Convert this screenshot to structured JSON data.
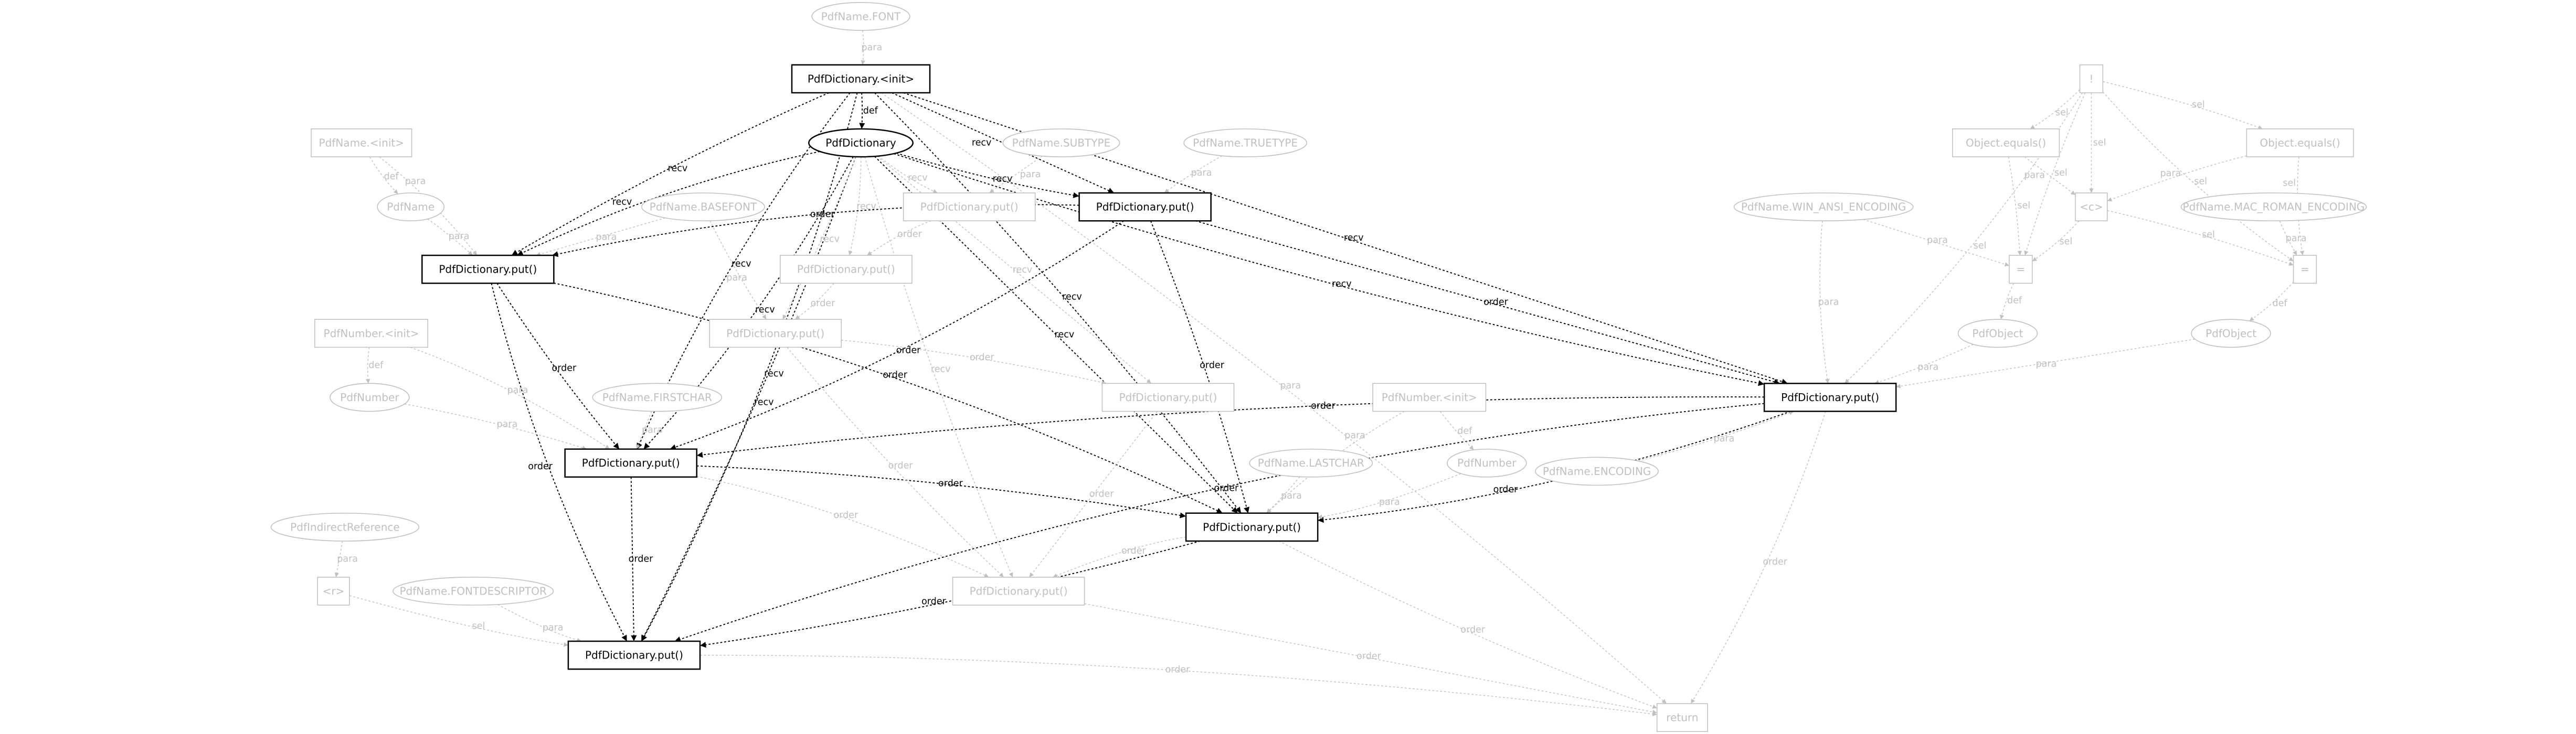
{
  "graph": {
    "colors": {
      "active": "#000000",
      "inactive": "#c0c0c0",
      "background": "#ffffff"
    },
    "nodes": [
      {
        "id": "font",
        "label": "PdfName.FONT",
        "shape": "ellipse",
        "active": false
      },
      {
        "id": "init",
        "label": "PdfDictionary.<init>",
        "shape": "box",
        "active": true
      },
      {
        "id": "dict",
        "label": "PdfDictionary",
        "shape": "ellipse",
        "active": true
      },
      {
        "id": "nameinit",
        "label": "PdfName.<init>",
        "shape": "box",
        "active": false
      },
      {
        "id": "subtype",
        "label": "PdfName.SUBTYPE",
        "shape": "ellipse",
        "active": false
      },
      {
        "id": "truetype",
        "label": "PdfName.TRUETYPE",
        "shape": "ellipse",
        "active": false
      },
      {
        "id": "pdfname",
        "label": "PdfName",
        "shape": "ellipse",
        "active": false
      },
      {
        "id": "basefont",
        "label": "PdfName.BASEFONT",
        "shape": "ellipse",
        "active": false
      },
      {
        "id": "put9",
        "label": "PdfDictionary.put()",
        "shape": "box",
        "active": false
      },
      {
        "id": "put10",
        "label": "PdfDictionary.put()",
        "shape": "box",
        "active": true
      },
      {
        "id": "put11",
        "label": "PdfDictionary.put()",
        "shape": "box",
        "active": true
      },
      {
        "id": "put12",
        "label": "PdfDictionary.put()",
        "shape": "box",
        "active": false
      },
      {
        "id": "put13",
        "label": "PdfDictionary.put()",
        "shape": "box",
        "active": false
      },
      {
        "id": "numinit1",
        "label": "PdfNumber.<init>",
        "shape": "box",
        "active": false
      },
      {
        "id": "num1",
        "label": "PdfNumber",
        "shape": "ellipse",
        "active": false
      },
      {
        "id": "firstchar",
        "label": "PdfName.FIRSTCHAR",
        "shape": "ellipse",
        "active": false
      },
      {
        "id": "put17",
        "label": "PdfDictionary.put()",
        "shape": "box",
        "active": false
      },
      {
        "id": "numinit2",
        "label": "PdfNumber.<init>",
        "shape": "box",
        "active": false
      },
      {
        "id": "lastchar",
        "label": "PdfName.LASTCHAR",
        "shape": "ellipse",
        "active": false
      },
      {
        "id": "num2",
        "label": "PdfNumber",
        "shape": "ellipse",
        "active": false
      },
      {
        "id": "put21",
        "label": "PdfDictionary.put()",
        "shape": "box",
        "active": true
      },
      {
        "id": "put22",
        "label": "PdfDictionary.put()",
        "shape": "box",
        "active": true
      },
      {
        "id": "indref",
        "label": "PdfIndirectReference",
        "shape": "ellipse",
        "active": false
      },
      {
        "id": "rcast",
        "label": "<r>",
        "shape": "box",
        "active": false
      },
      {
        "id": "fontdesc",
        "label": "PdfName.FONTDESCRIPTOR",
        "shape": "ellipse",
        "active": false
      },
      {
        "id": "put26",
        "label": "PdfDictionary.put()",
        "shape": "box",
        "active": false
      },
      {
        "id": "put27",
        "label": "PdfDictionary.put()",
        "shape": "box",
        "active": true
      },
      {
        "id": "ret",
        "label": "return",
        "shape": "box",
        "active": false
      },
      {
        "id": "put29",
        "label": "PdfDictionary.put()",
        "shape": "box",
        "active": true
      },
      {
        "id": "encoding",
        "label": "PdfName.ENCODING",
        "shape": "ellipse",
        "active": false
      },
      {
        "id": "winansi",
        "label": "PdfName.WIN_ANSI_ENCODING",
        "shape": "ellipse",
        "active": false
      },
      {
        "id": "macroman",
        "label": "PdfName.MAC_ROMAN_ENCODING",
        "shape": "ellipse",
        "active": false
      },
      {
        "id": "not",
        "label": "!",
        "shape": "box",
        "active": false
      },
      {
        "id": "eq1",
        "label": "Object.equals()",
        "shape": "box",
        "active": false
      },
      {
        "id": "eq2",
        "label": "Object.equals()",
        "shape": "box",
        "active": false
      },
      {
        "id": "ccast",
        "label": "<c>",
        "shape": "box",
        "active": false
      },
      {
        "id": "assign1",
        "label": "=",
        "shape": "box",
        "active": false
      },
      {
        "id": "assign2",
        "label": "=",
        "shape": "box",
        "active": false
      },
      {
        "id": "obj1",
        "label": "PdfObject",
        "shape": "ellipse",
        "active": false
      },
      {
        "id": "obj2",
        "label": "PdfObject",
        "shape": "ellipse",
        "active": false
      }
    ],
    "edges": [
      {
        "from": "font",
        "to": "init",
        "label": "para",
        "active": false
      },
      {
        "from": "init",
        "to": "dict",
        "label": "def",
        "active": true
      },
      {
        "from": "init",
        "to": "put10",
        "label": "recv",
        "active": true
      },
      {
        "from": "init",
        "to": "put11",
        "label": "recv",
        "active": true
      },
      {
        "from": "init",
        "to": "put21",
        "label": "recv",
        "active": true
      },
      {
        "from": "init",
        "to": "put27",
        "label": "recv",
        "active": true
      },
      {
        "from": "init",
        "to": "put22",
        "label": "recv",
        "active": true
      },
      {
        "from": "init",
        "to": "put29",
        "label": "recv",
        "active": true
      },
      {
        "from": "dict",
        "to": "put10",
        "label": "recv",
        "active": true
      },
      {
        "from": "dict",
        "to": "put11",
        "label": "recv",
        "active": true
      },
      {
        "from": "dict",
        "to": "put21",
        "label": "recv",
        "active": true
      },
      {
        "from": "dict",
        "to": "put27",
        "label": "recv",
        "active": true
      },
      {
        "from": "dict",
        "to": "put22",
        "label": "recv",
        "active": true
      },
      {
        "from": "dict",
        "to": "put29",
        "label": "recv",
        "active": true
      },
      {
        "from": "put10",
        "to": "put11",
        "label": "order",
        "active": true
      },
      {
        "from": "put10",
        "to": "put21",
        "label": "order",
        "active": true
      },
      {
        "from": "put10",
        "to": "put22",
        "label": "order",
        "active": true
      },
      {
        "from": "put10",
        "to": "put29",
        "label": "order",
        "active": true
      },
      {
        "from": "put11",
        "to": "put21",
        "label": "order",
        "active": true
      },
      {
        "from": "put11",
        "to": "put27",
        "label": "order",
        "active": true
      },
      {
        "from": "put11",
        "to": "put22",
        "label": "order",
        "active": true
      },
      {
        "from": "put21",
        "to": "put22",
        "label": "order",
        "active": true
      },
      {
        "from": "put21",
        "to": "put27",
        "label": "order",
        "active": true
      },
      {
        "from": "put29",
        "to": "put21",
        "label": "order",
        "active": true
      },
      {
        "from": "put29",
        "to": "put27",
        "label": "order",
        "active": true
      },
      {
        "from": "put29",
        "to": "put22",
        "label": "order",
        "active": true
      },
      {
        "from": "put22",
        "to": "put27",
        "label": "order",
        "active": true
      },
      {
        "from": "subtype",
        "to": "put9",
        "label": "para",
        "active": false
      },
      {
        "from": "truetype",
        "to": "put10",
        "label": "para",
        "active": false
      },
      {
        "from": "nameinit",
        "to": "pdfname",
        "label": "def",
        "active": false
      },
      {
        "from": "nameinit",
        "to": "put11",
        "label": "para",
        "active": false
      },
      {
        "from": "pdfname",
        "to": "put11",
        "label": "para",
        "active": false
      },
      {
        "from": "basefont",
        "to": "put11",
        "label": "para",
        "active": false
      },
      {
        "from": "basefont",
        "to": "put13",
        "label": "para",
        "active": false
      },
      {
        "from": "dict",
        "to": "put9",
        "label": "recv",
        "active": false
      },
      {
        "from": "dict",
        "to": "put12",
        "label": "recv",
        "active": false
      },
      {
        "from": "dict",
        "to": "put13",
        "label": "recv",
        "active": false
      },
      {
        "from": "dict",
        "to": "put17",
        "label": "recv",
        "active": false
      },
      {
        "from": "dict",
        "to": "put26",
        "label": "recv",
        "active": false
      },
      {
        "from": "put9",
        "to": "put12",
        "label": "order",
        "active": false
      },
      {
        "from": "put12",
        "to": "put13",
        "label": "order",
        "active": false
      },
      {
        "from": "put13",
        "to": "put17",
        "label": "order",
        "active": false
      },
      {
        "from": "put17",
        "to": "put26",
        "label": "order",
        "active": false
      },
      {
        "from": "put13",
        "to": "put26",
        "label": "order",
        "active": false
      },
      {
        "from": "numinit1",
        "to": "num1",
        "label": "def",
        "active": false
      },
      {
        "from": "numinit1",
        "to": "put21",
        "label": "para",
        "active": false
      },
      {
        "from": "num1",
        "to": "put21",
        "label": "para",
        "active": false
      },
      {
        "from": "firstchar",
        "to": "put21",
        "label": "para",
        "active": false
      },
      {
        "from": "numinit2",
        "to": "num2",
        "label": "def",
        "active": false
      },
      {
        "from": "numinit2",
        "to": "put22",
        "label": "para",
        "active": false
      },
      {
        "from": "num2",
        "to": "put22",
        "label": "para",
        "active": false
      },
      {
        "from": "lastchar",
        "to": "put22",
        "label": "para",
        "active": false
      },
      {
        "from": "indref",
        "to": "rcast",
        "label": "para",
        "active": false
      },
      {
        "from": "rcast",
        "to": "put27",
        "label": "sel",
        "active": false
      },
      {
        "from": "fontdesc",
        "to": "put27",
        "label": "para",
        "active": false
      },
      {
        "from": "not",
        "to": "eq1",
        "label": "sel",
        "active": false
      },
      {
        "from": "not",
        "to": "eq2",
        "label": "sel",
        "active": false
      },
      {
        "from": "not",
        "to": "ccast",
        "label": "sel",
        "active": false
      },
      {
        "from": "not",
        "to": "assign1",
        "label": "sel",
        "active": false
      },
      {
        "from": "not",
        "to": "assign2",
        "label": "sel",
        "active": false
      },
      {
        "from": "not",
        "to": "put29",
        "label": "sel",
        "active": false
      },
      {
        "from": "eq1",
        "to": "assign1",
        "label": "sel",
        "active": false
      },
      {
        "from": "eq1",
        "to": "ccast",
        "label": "para",
        "active": false
      },
      {
        "from": "eq2",
        "to": "ccast",
        "label": "para",
        "active": false
      },
      {
        "from": "eq2",
        "to": "assign2",
        "label": "sel",
        "active": false
      },
      {
        "from": "ccast",
        "to": "assign1",
        "label": "sel",
        "active": false
      },
      {
        "from": "ccast",
        "to": "assign2",
        "label": "sel",
        "active": false
      },
      {
        "from": "winansi",
        "to": "assign1",
        "label": "para",
        "active": false
      },
      {
        "from": "macroman",
        "to": "assign2",
        "label": "para",
        "active": false
      },
      {
        "from": "assign1",
        "to": "obj1",
        "label": "def",
        "active": false
      },
      {
        "from": "assign2",
        "to": "obj2",
        "label": "def",
        "active": false
      },
      {
        "from": "obj1",
        "to": "put29",
        "label": "para",
        "active": false
      },
      {
        "from": "obj2",
        "to": "put29",
        "label": "para",
        "active": false
      },
      {
        "from": "encoding",
        "to": "put29",
        "label": "para",
        "active": false
      },
      {
        "from": "winansi",
        "to": "put29",
        "label": "para",
        "active": false
      },
      {
        "from": "put29",
        "to": "ret",
        "label": "order",
        "active": false
      },
      {
        "from": "put27",
        "to": "ret",
        "label": "order",
        "active": false
      },
      {
        "from": "put26",
        "to": "ret",
        "label": "order",
        "active": false
      },
      {
        "from": "put22",
        "to": "ret",
        "label": "order",
        "active": false
      },
      {
        "from": "put22",
        "to": "put26",
        "label": "order",
        "active": false
      },
      {
        "from": "put21",
        "to": "put26",
        "label": "order",
        "active": false
      },
      {
        "from": "init",
        "to": "ret",
        "label": "para",
        "active": false
      }
    ]
  }
}
